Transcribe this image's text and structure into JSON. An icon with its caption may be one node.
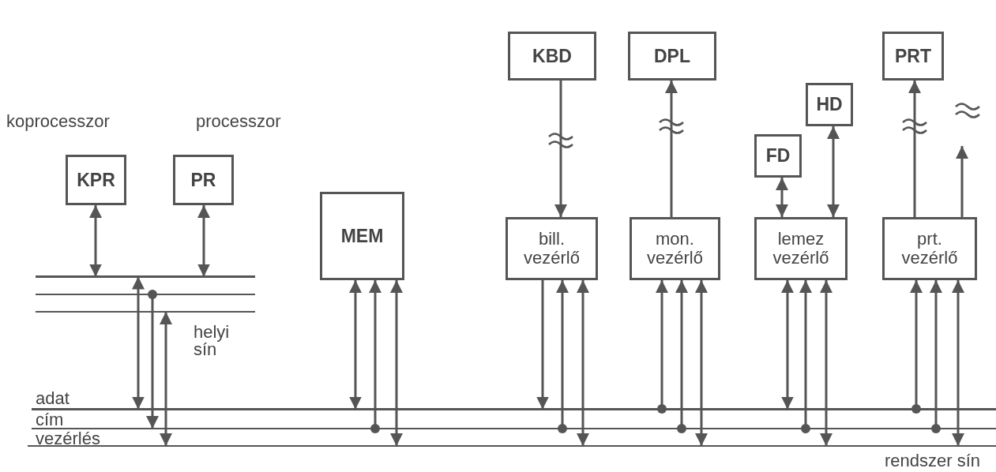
{
  "diagram": {
    "nodes": [
      {
        "text": [
          "KPR"
        ],
        "beside": [
          "koprocesszor"
        ]
      },
      {
        "text": [
          "PR"
        ],
        "beside": [
          "processzor"
        ]
      },
      {
        "text": [],
        "shape": "bar"
      },
      {
        "text": [],
        "shape": "bar"
      },
      {
        "text": [],
        "shape": "bar"
      },
      {
        "text": [
          "MEM"
        ]
      },
      {
        "text": [
          "KBD"
        ]
      },
      {
        "text": [
          "DPL"
        ]
      },
      {
        "text": [
          "HD"
        ]
      },
      {
        "text": [
          "FD"
        ]
      },
      {
        "text": [
          "PRT"
        ]
      },
      {
        "text": [
          "bill. vezérlő"
        ]
      },
      {
        "text": [
          "mon. vezérlő"
        ]
      },
      {
        "text": [
          "lemez vezérlő"
        ]
      },
      {
        "text": [
          "prt. vezérlő"
        ]
      },
      {
        "text": [],
        "shape": "bar",
        "beside": [
          "adat"
        ]
      },
      {
        "text": [],
        "shape": "bar",
        "beside": [
          "cím"
        ]
      },
      {
        "text": [],
        "shape": "bar",
        "beside": [
          "vezérlés"
        ]
      }
    ],
    "edges": [
      {
        "from": 0,
        "to": 2,
        "arrow": "both"
      },
      {
        "from": 1,
        "to": 2,
        "arrow": "both"
      },
      {
        "from": 2,
        "to": 15,
        "arrow": "both"
      },
      {
        "from": 3,
        "to": 16,
        "arrow": "to"
      },
      {
        "from": 17,
        "to": 4,
        "arrow": "both"
      },
      {
        "from": 15,
        "to": 5,
        "arrow": "both"
      },
      {
        "from": 16,
        "to": 5,
        "arrow": "to"
      },
      {
        "from": 17,
        "to": 5,
        "arrow": "both"
      },
      {
        "from": 11,
        "to": 15,
        "arrow": "to"
      },
      {
        "from": 16,
        "to": 11,
        "arrow": "to"
      },
      {
        "from": 17,
        "to": 11,
        "arrow": "both"
      },
      {
        "from": 15,
        "to": 12,
        "arrow": "to"
      },
      {
        "from": 16,
        "to": 12,
        "arrow": "to"
      },
      {
        "from": 17,
        "to": 12,
        "arrow": "both"
      },
      {
        "from": 15,
        "to": 13,
        "arrow": "both"
      },
      {
        "from": 16,
        "to": 13,
        "arrow": "to"
      },
      {
        "from": 17,
        "to": 13,
        "arrow": "both"
      },
      {
        "from": 15,
        "to": 14,
        "arrow": "to"
      },
      {
        "from": 16,
        "to": 14,
        "arrow": "to"
      },
      {
        "from": 17,
        "to": 14,
        "arrow": "both"
      },
      {
        "from": 6,
        "to": 11,
        "arrow": "to"
      },
      {
        "from": 12,
        "to": 7,
        "arrow": "to"
      },
      {
        "from": 9,
        "to": 13,
        "arrow": "both"
      },
      {
        "from": 8,
        "to": 13,
        "arrow": "both"
      },
      {
        "from": 14,
        "to": 10,
        "arrow": "to"
      },
      {
        "from": 14,
        "to": null,
        "arrow": "to"
      }
    ],
    "labels": [
      "helyi sín",
      "rendszer sín"
    ]
  }
}
